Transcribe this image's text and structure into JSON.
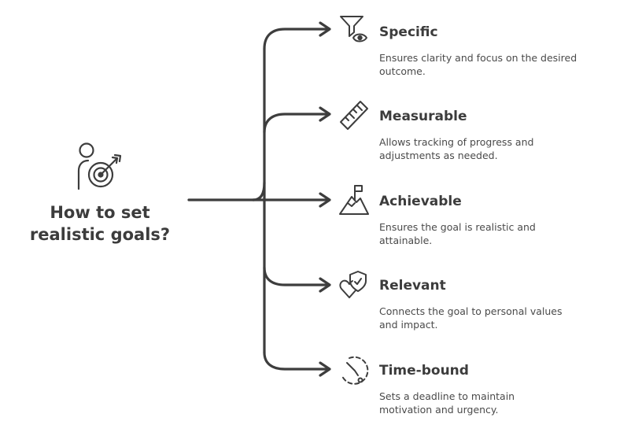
{
  "hub": {
    "title_line1": "How to set",
    "title_line2": "realistic goals?",
    "icon": "person-with-target-icon"
  },
  "items": [
    {
      "title": "Specific",
      "desc_line1": "Ensures clarity and focus on the desired",
      "desc_line2": "outcome.",
      "icon": "funnel-eye-icon"
    },
    {
      "title": "Measurable",
      "desc_line1": "Allows tracking of progress and",
      "desc_line2": "adjustments as needed.",
      "icon": "ruler-icon"
    },
    {
      "title": "Achievable",
      "desc_line1": "Ensures the goal is realistic and",
      "desc_line2": "attainable.",
      "icon": "mountain-flag-icon"
    },
    {
      "title": "Relevant",
      "desc_line1": "Connects the goal to personal values",
      "desc_line2": "and impact.",
      "icon": "heart-shield-icon"
    },
    {
      "title": "Time-bound",
      "desc_line1": "Sets a deadline to maintain",
      "desc_line2": "motivation and urgency.",
      "icon": "dashed-clock-icon"
    }
  ],
  "colors": {
    "stroke": "#3d3d3d",
    "text": "#3c3c3c",
    "background": "#ffffff"
  }
}
